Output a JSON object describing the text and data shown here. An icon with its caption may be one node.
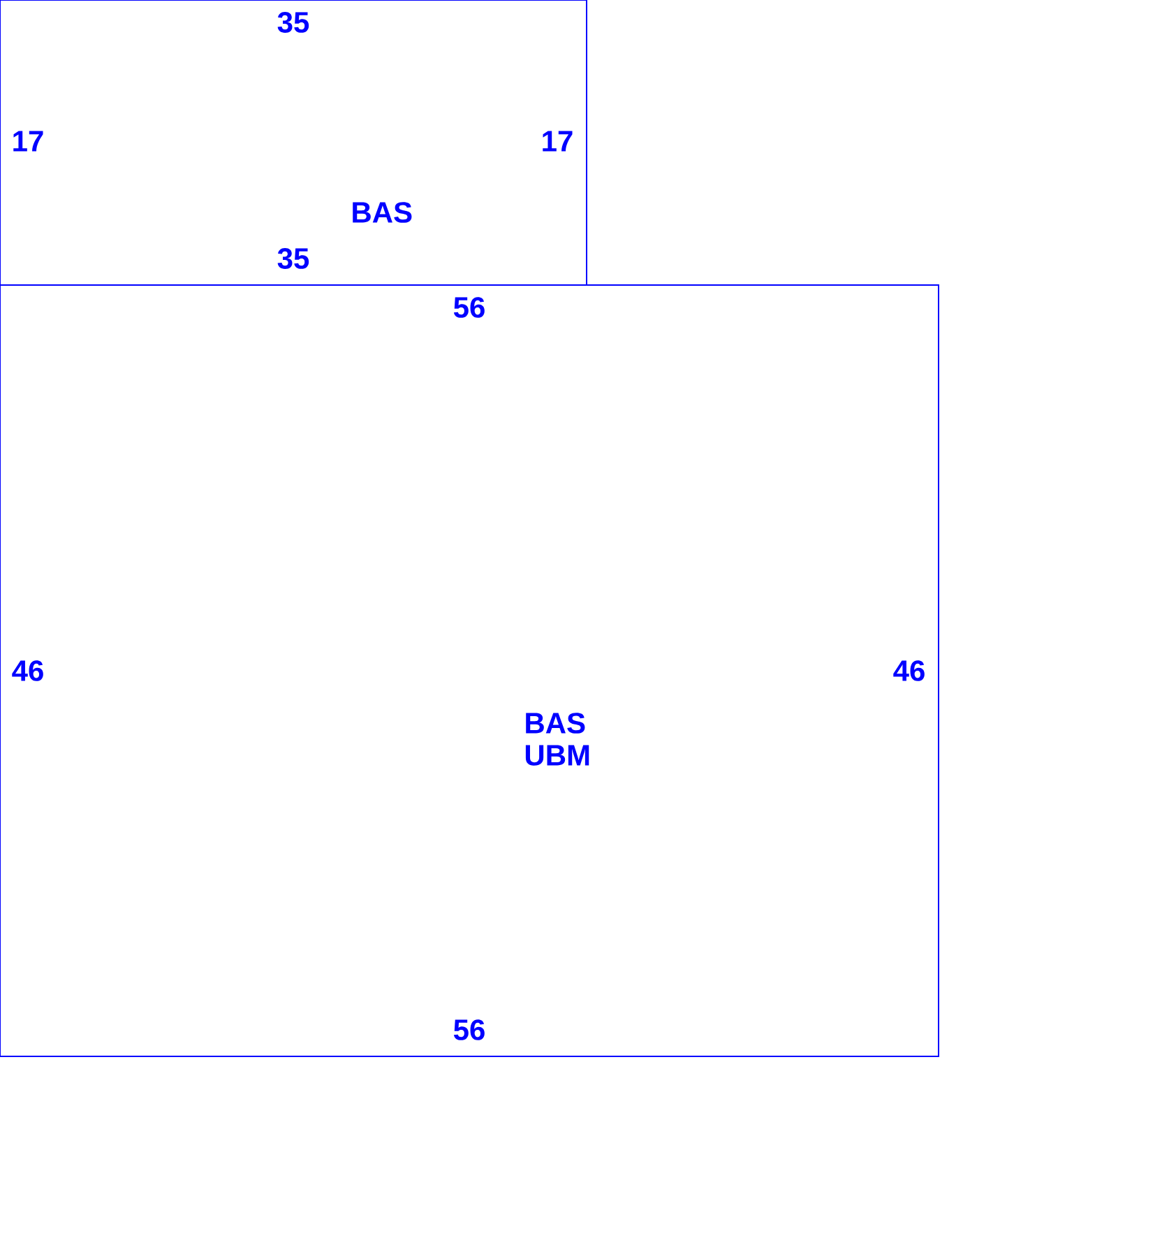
{
  "diagram": {
    "nodes": [
      {
        "text": [
          "BAS"
        ]
      },
      {
        "text": [
          "BAS UBM"
        ]
      }
    ],
    "labels": [
      "35",
      "17",
      "17",
      "35",
      "56",
      "46",
      "46",
      "56"
    ]
  }
}
